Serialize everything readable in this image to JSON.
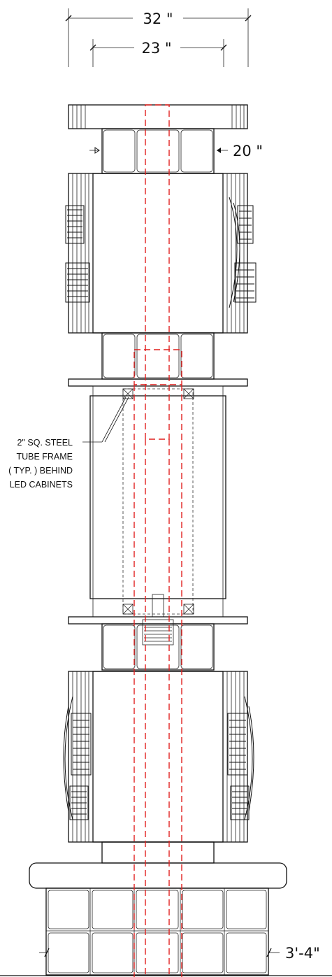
{
  "dimensions": {
    "overall_width": "32 \"",
    "inner_width": "23 \"",
    "depth": "20 \"",
    "base_height": "3'-4\""
  },
  "callout": {
    "lines": [
      "2\" SQ. STEEL",
      "TUBE FRAME",
      "( TYP. ) BEHIND",
      "LED CABINETS"
    ]
  },
  "colors": {
    "linework": "#111111",
    "centerline": "#e0201e"
  }
}
